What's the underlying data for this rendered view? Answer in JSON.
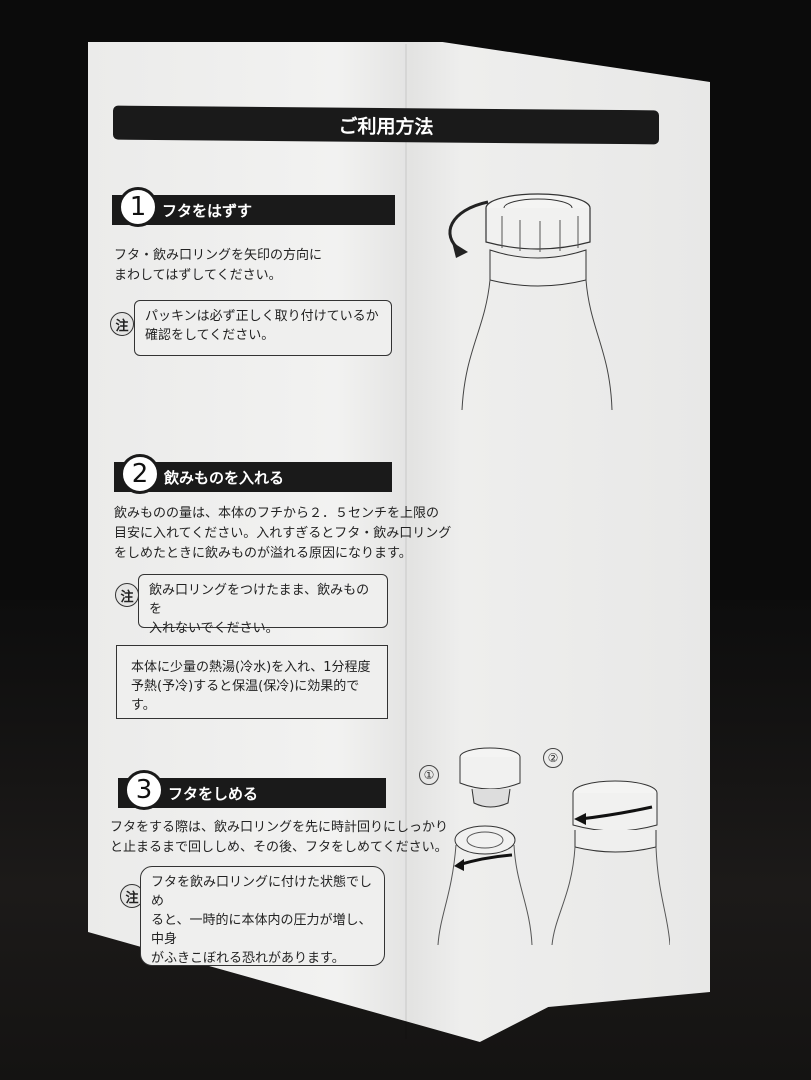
{
  "document": {
    "title": "ご利用方法",
    "steps": [
      {
        "number": "1",
        "heading": "フタをはずす",
        "body": [
          "フタ・飲み口リングを矢印の方向に",
          "まわしてはずしてください。"
        ],
        "note": {
          "mark": "注",
          "lines": [
            "パッキンは必ず正しく取り付けているか",
            "確認をしてください。"
          ]
        }
      },
      {
        "number": "2",
        "heading": "飲みものを入れる",
        "body": [
          "飲みものの量は、本体のフチから２．５センチを上限の",
          "目安に入れてください。入れすぎるとフタ・飲み口リング",
          "をしめたときに飲みものが溢れる原因になります。"
        ],
        "note": {
          "mark": "注",
          "lines": [
            "飲み口リングをつけたまま、飲みものを",
            "入れないでください。"
          ]
        },
        "tip": {
          "lines": [
            "本体に少量の熱湯(冷水)を入れ、1分程度",
            "予熱(予冷)すると保温(保冷)に効果的です。"
          ]
        }
      },
      {
        "number": "3",
        "heading": "フタをしめる",
        "body": [
          "フタをする際は、飲み口リングを先に時計回りにしっかり",
          "と止まるまで回ししめ、その後、フタをしめてください。"
        ],
        "note": {
          "mark": "注",
          "lines": [
            "フタを飲み口リングに付けた状態でしめ",
            "ると、一時的に本体内の圧力が増し、中身",
            "がふきこぼれる恐れがあります。"
          ]
        }
      }
    ],
    "illustrations": {
      "remove_cap": "bottle-cap-removal-arrow",
      "close_labels": [
        "①",
        "②"
      ]
    }
  }
}
